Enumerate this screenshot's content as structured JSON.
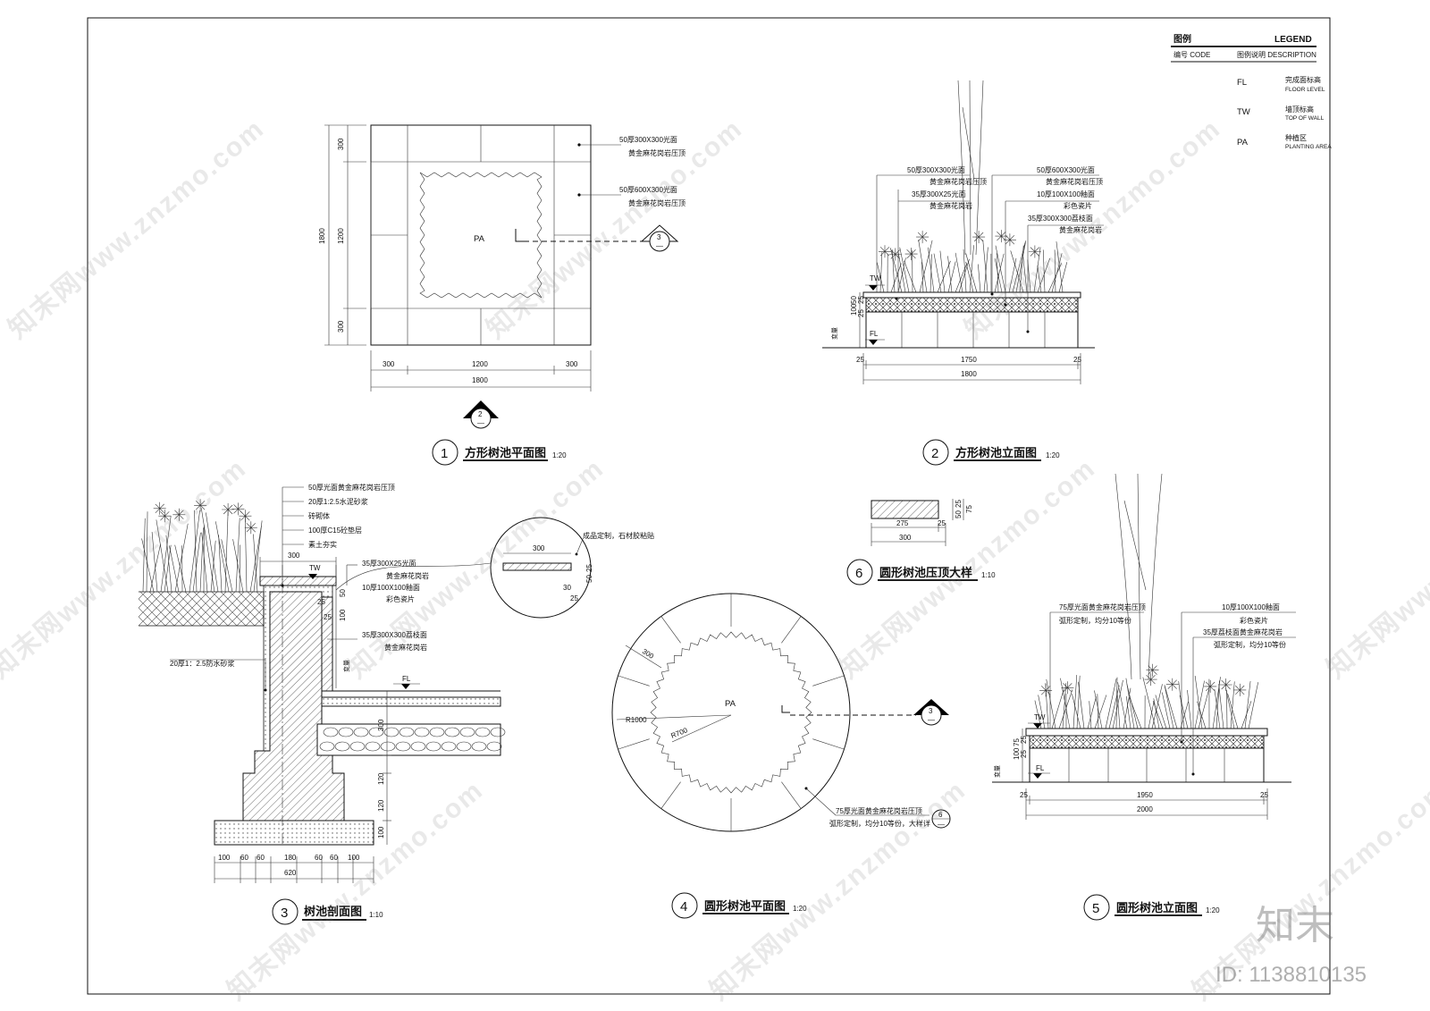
{
  "legend": {
    "title_cn": "图例",
    "title_en": "LEGEND",
    "col_code": "编号 CODE",
    "col_desc": "图例说明 DESCRIPTION",
    "items": [
      {
        "code": "FL",
        "cn": "完成面标高",
        "en": "FLOOR LEVEL"
      },
      {
        "code": "TW",
        "cn": "墙顶标高",
        "en": "TOP OF WALL"
      },
      {
        "code": "PA",
        "cn": "种植区",
        "en": "PLANTING AREA"
      }
    ]
  },
  "drawing1": {
    "number": "1",
    "title": "方形树池平面图",
    "scale": "1:20",
    "label_pa": "PA",
    "note1": [
      "50厚300X300光面",
      "黄金麻花岗岩压顶"
    ],
    "note2": [
      "50厚600X300光面",
      "黄金麻花岗岩压顶"
    ],
    "section_ref_top": "3",
    "section_ref_bottom": "—",
    "elev_ref_top": "2",
    "elev_ref_bottom": "—",
    "dims_left": [
      "300",
      "1200",
      "300"
    ],
    "dim_left_total": "1800",
    "dims_bottom": [
      "300",
      "1200",
      "300"
    ],
    "dim_bottom_total": "1800"
  },
  "drawing2": {
    "number": "2",
    "title": "方形树池立面图",
    "scale": "1:20",
    "notes_left": [
      "50厚300X300光面",
      "黄金麻花岗岩压顶",
      "35厚300X25光面",
      "黄金麻花岗岩"
    ],
    "notes_right": [
      "50厚600X300光面",
      "黄金麻花岗岩压顶",
      "10厚100X100釉面",
      "彩色瓷片",
      "35厚300X300荔枝面",
      "黄金麻花岗岩"
    ],
    "label_tw": "TW",
    "label_fl": "FL",
    "label_var": "变量",
    "dims_vertical": [
      "50",
      "100",
      "25",
      "25"
    ],
    "dims_bottom": [
      "25",
      "1750",
      "25"
    ],
    "dim_total": "1800"
  },
  "drawing3": {
    "number": "3",
    "title": "树池剖面图",
    "scale": "1:10",
    "layer_notes": [
      "50厚光面黄金麻花岗岩压顶",
      "20厚1:2.5水泥砂浆",
      "砖砌体",
      "100厚C15砼垫层",
      "素土夯实"
    ],
    "dim_top": "300",
    "notes_right": [
      "35厚300X25光面",
      "黄金麻花岗岩",
      "10厚100X100釉面",
      "彩色瓷片"
    ],
    "notes_right2": [
      "35厚300X300荔枝面",
      "黄金麻花岗岩"
    ],
    "note_left": "20厚1：2.5防水砂浆",
    "label_tw": "TW",
    "label_fl": "FL",
    "label_var": "变量",
    "dims_vertical_top": [
      "50",
      "25",
      "25",
      "100"
    ],
    "dims_vertical_bottom": [
      "300",
      "120",
      "120",
      "100"
    ],
    "dims_bottom": [
      "100",
      "60",
      "60",
      "180",
      "60",
      "60",
      "100"
    ],
    "dim_total": "620",
    "detail_dim_top": "300",
    "detail_note": [
      "成品定制，石材胶粘贴"
    ],
    "detail_dims": [
      "50",
      "25",
      "30",
      "25"
    ]
  },
  "drawing4": {
    "number": "4",
    "title": "圆形树池平面图",
    "scale": "1:20",
    "label_pa": "PA",
    "r_outer": "R1000",
    "r_inner": "R700",
    "dim_300": "300",
    "note": [
      "75厚光面黄金麻花岗岩压顶",
      "弧形定制，均分10等份，大样详"
    ],
    "detail_ref_top": "6",
    "detail_ref_bottom": "—",
    "section_ref_top": "3",
    "section_ref_bottom": "—"
  },
  "drawing5": {
    "number": "5",
    "title": "圆形树池立面图",
    "scale": "1:20",
    "notes_left": [
      "75厚光面黄金麻花岗岩压顶",
      "弧形定制，均分10等份"
    ],
    "notes_right": [
      "10厚100X100釉面",
      "彩色瓷片",
      "35厚荔枝面黄金麻花岗岩",
      "弧形定制，均分10等份"
    ],
    "label_tw": "TW",
    "label_fl": "FL",
    "label_var": "变量",
    "dims_vertical": [
      "75",
      "100",
      "25",
      "25"
    ],
    "dims_bottom": [
      "25",
      "1950",
      "25"
    ],
    "dim_total": "2000"
  },
  "drawing6": {
    "number": "6",
    "title": "圆形树池压顶大样",
    "scale": "1:10",
    "dims_bottom": [
      "275",
      "25"
    ],
    "dim_total": "300",
    "dims_vertical": [
      "75",
      "50",
      "25"
    ]
  },
  "watermark": {
    "text": "知末网www.znzmo.com",
    "logo": "知末",
    "id": "ID: 1138810135"
  }
}
